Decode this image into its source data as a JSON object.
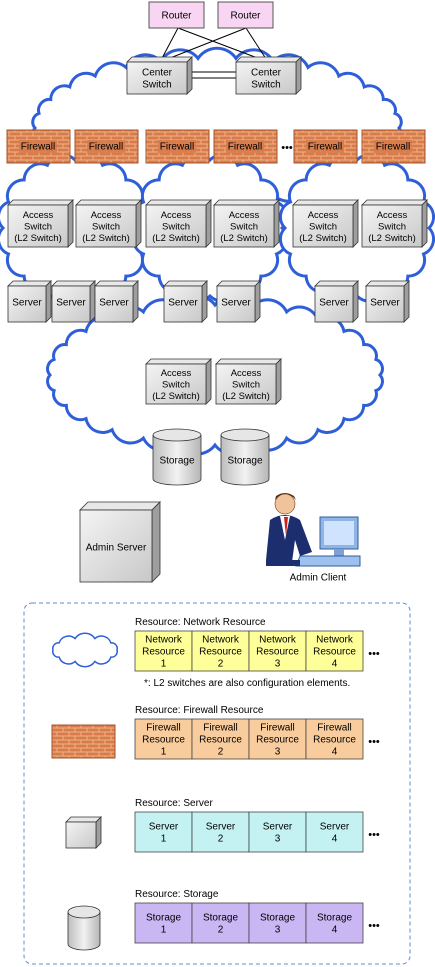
{
  "colors": {
    "router_fill": "#f9d5f4",
    "network_resource_fill": "#ffff99",
    "firewall_resource_fill": "#f8cc9c",
    "server_resource_fill": "#c4f2f2",
    "storage_resource_fill": "#c9b6f2",
    "cloud_outline": "#2e5fd8",
    "firewall_brick": "#d57a4a",
    "legend_border": "#5b8fd0"
  },
  "routers": [
    "Router",
    "Router"
  ],
  "center_switches": [
    "Center\nSwitch",
    "Center\nSwitch"
  ],
  "firewall_label": "Firewall",
  "ellipsis": "•••",
  "access_switch_label": "Access\nSwitch\n(L2 Switch)",
  "server_label": "Server",
  "storage_label": "Storage",
  "admin_server_label": "Admin Server",
  "admin_client_label": "Admin Client",
  "legend": {
    "network": {
      "title": "Resource: Network Resource",
      "items": [
        "Network\nResource\n1",
        "Network\nResource\n2",
        "Network\nResource\n3",
        "Network\nResource\n4"
      ],
      "note": "*: L2 switches are also configuration elements."
    },
    "firewall": {
      "title": "Resource: Firewall Resource",
      "items": [
        "Firewall\nResource\n1",
        "Firewall\nResource\n2",
        "Firewall\nResource\n3",
        "Firewall\nResource\n4"
      ]
    },
    "server": {
      "title": "Resource: Server",
      "items": [
        "Server\n1",
        "Server\n2",
        "Server\n3",
        "Server\n4"
      ]
    },
    "storage": {
      "title": "Resource: Storage",
      "items": [
        "Storage\n1",
        "Storage\n2",
        "Storage\n3",
        "Storage\n4"
      ]
    }
  }
}
